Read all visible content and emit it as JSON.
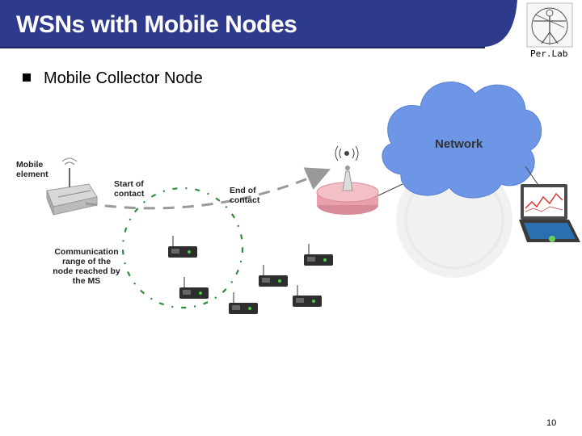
{
  "slide": {
    "title": "WSNs with Mobile Nodes",
    "bullet": "Mobile Collector Node",
    "page_number": "10",
    "logo_text": "Per.Lab"
  },
  "diagram": {
    "labels": {
      "mobile_element": "Mobile element",
      "start_of_contact": "Start of contact",
      "end_of_contact": "End of contact",
      "communication_range": "Communication range of the node reached by the MS",
      "network": "Network"
    }
  },
  "colors": {
    "title_bar": "#2E3A8C",
    "cloud": "#6E96E6",
    "base_station": "#E8A0AC",
    "arrow": "#999999",
    "range_circle": "#2E8B3A"
  }
}
